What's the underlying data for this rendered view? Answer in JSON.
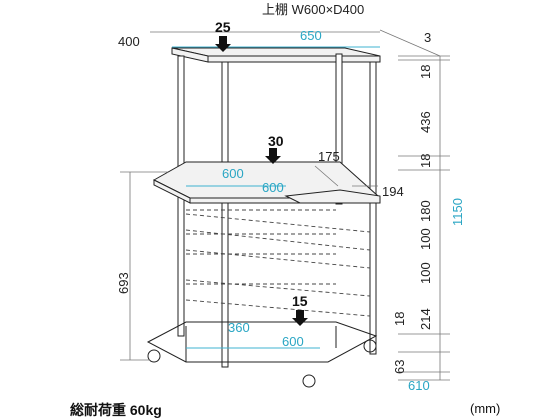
{
  "top_label": "上棚 W600×D400",
  "load": {
    "top": "25",
    "desk": "30",
    "bottom": "15"
  },
  "dims": {
    "top_width": "650",
    "top_side": "400",
    "top_thickness": "3",
    "d18_top": "18",
    "d436": "436",
    "d18_mid": "18",
    "d175": "175",
    "d194": "194",
    "desk_left": "600",
    "desk_center": "600",
    "d180": "180",
    "d100a": "100",
    "d100b": "100",
    "d214": "214",
    "d18_bot": "18",
    "d693": "693",
    "d1150": "1150",
    "d360": "360",
    "d600_bot": "600",
    "d63": "63",
    "d610": "610"
  },
  "footer": {
    "total_load": "総耐荷重 60kg",
    "unit": "(mm)"
  }
}
